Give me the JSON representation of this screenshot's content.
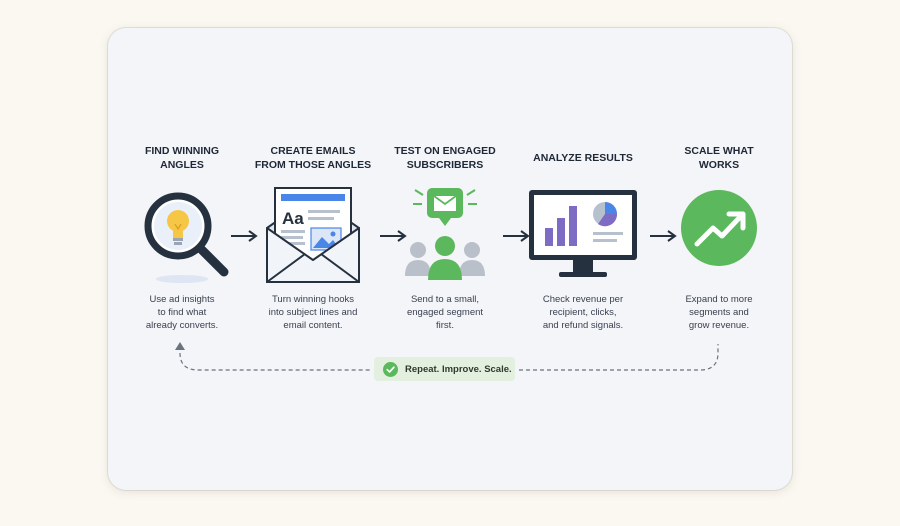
{
  "steps": [
    {
      "title_lines": [
        "FIND WINNING",
        "ANGLES"
      ],
      "desc_lines": [
        "Use ad insights",
        "to find what",
        "already converts."
      ],
      "icon": "magnifier-lightbulb-icon"
    },
    {
      "title_lines": [
        "CREATE EMAILS",
        "FROM THOSE ANGLES"
      ],
      "desc_lines": [
        "Turn winning hooks",
        "into subject lines and",
        "email content."
      ],
      "icon": "email-envelope-icon",
      "email_text": "Aa"
    },
    {
      "title_lines": [
        "TEST ON ENGAGED",
        "SUBSCRIBERS"
      ],
      "desc_lines": [
        "Send to a small,",
        "engaged segment",
        "first."
      ],
      "icon": "audience-mail-icon"
    },
    {
      "title_lines": [
        "ANALYZE RESULTS"
      ],
      "desc_lines": [
        "Check revenue per",
        "recipient, clicks,",
        "and refund signals."
      ],
      "icon": "monitor-chart-icon"
    },
    {
      "title_lines": [
        "SCALE WHAT",
        "WORKS"
      ],
      "desc_lines": [
        "Expand to more",
        "segments and",
        "grow revenue."
      ],
      "icon": "growth-arrow-icon"
    }
  ],
  "loop": {
    "label": "Repeat. Improve. Scale.",
    "icon": "check-circle-icon"
  },
  "colors": {
    "green": "#5cb85c",
    "blue": "#4a86e8",
    "purple": "#7e6cc4",
    "dark": "#263140",
    "yellow": "#f6c744"
  }
}
